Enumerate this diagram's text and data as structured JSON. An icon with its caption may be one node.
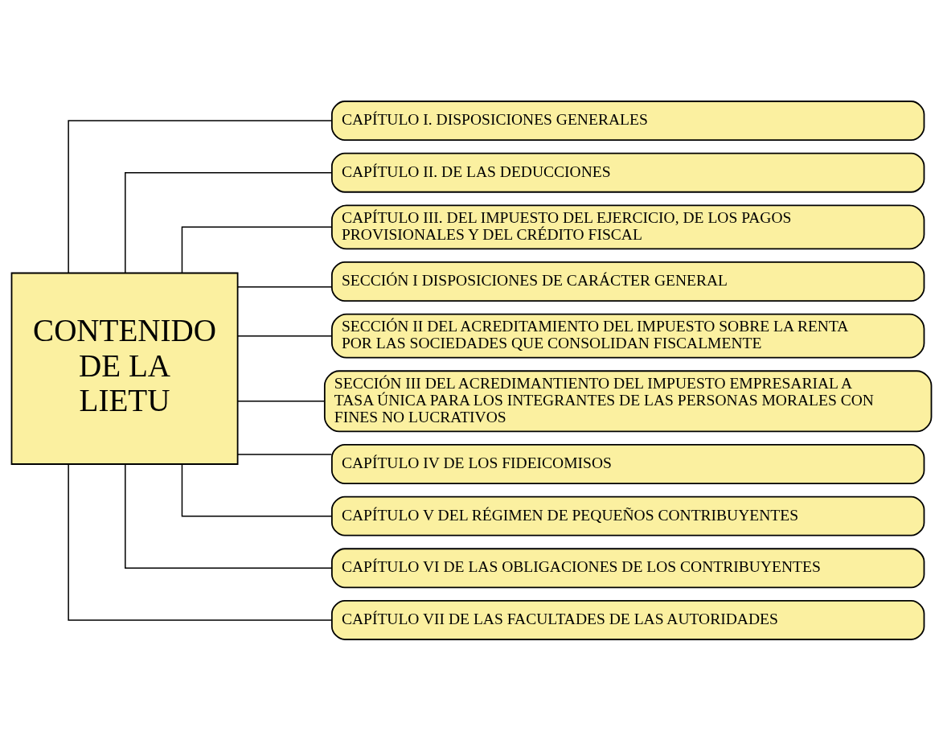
{
  "diagram": {
    "nodes": [
      {
        "text": [
          "CONTENIDO DE LA LIETU"
        ]
      },
      {
        "text": [
          "CAPÍTULO I. DISPOSICIONES GENERALES"
        ]
      },
      {
        "text": [
          "CAPÍTULO II. DE LAS DEDUCCIONES"
        ]
      },
      {
        "text": [
          "CAPÍTULO III. DEL IMPUESTO DEL EJERCICIO, DE LOS PAGOS PROVISIONALES Y DEL CRÉDITO FISCAL"
        ]
      },
      {
        "text": [
          "SECCIÓN I DISPOSICIONES DE CARÁCTER GENERAL"
        ]
      },
      {
        "text": [
          "SECCIÓN II DEL ACREDITAMIENTO DEL IMPUESTO SOBRE LA RENTA POR LAS SOCIEDADES QUE CONSOLIDAN FISCALMENTE"
        ]
      },
      {
        "text": [
          "SECCIÓN III DEL ACREDIMANTIENTO DEL IMPUESTO EMPRESARIAL A TASA ÚNICA PARA LOS INTEGRANTES DE LAS PERSONAS MORALES CON FINES NO LUCRATIVOS"
        ]
      },
      {
        "text": [
          "CAPÍTULO IV DE LOS FIDEICOMISOS"
        ]
      },
      {
        "text": [
          "CAPÍTULO V DEL RÉGIMEN DE PEQUEÑOS CONTRIBUYENTES"
        ]
      },
      {
        "text": [
          "CAPÍTULO VI DE LAS OBLIGACIONES DE LOS CONTRIBUYENTES"
        ]
      },
      {
        "text": [
          "CAPÍTULO VII DE LAS FACULTADES DE LAS AUTORIDADES"
        ]
      }
    ],
    "edges": [
      {
        "from": 0,
        "to": 1,
        "arrow": "none"
      },
      {
        "from": 0,
        "to": 2,
        "arrow": "none"
      },
      {
        "from": 0,
        "to": 3,
        "arrow": "none"
      },
      {
        "from": 0,
        "to": 4,
        "arrow": "none"
      },
      {
        "from": 0,
        "to": 5,
        "arrow": "none"
      },
      {
        "from": 0,
        "to": 6,
        "arrow": "none"
      },
      {
        "from": 0,
        "to": 7,
        "arrow": "none"
      },
      {
        "from": 0,
        "to": 8,
        "arrow": "none"
      },
      {
        "from": 0,
        "to": 9,
        "arrow": "none"
      },
      {
        "from": 0,
        "to": 10,
        "arrow": "none"
      }
    ]
  }
}
